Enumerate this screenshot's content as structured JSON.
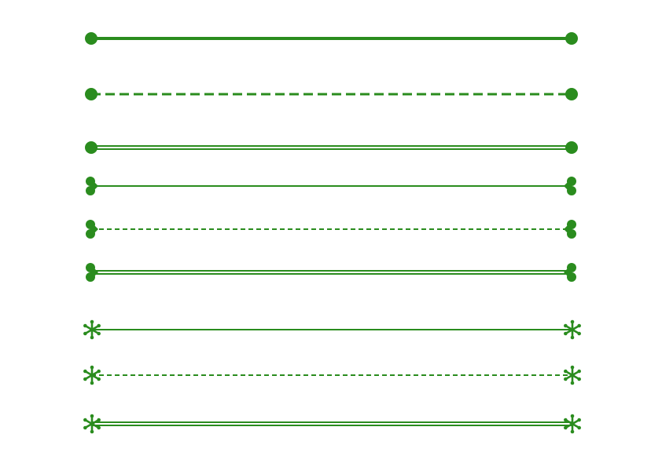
{
  "colors": {
    "line": "#2a8c1e",
    "background": "#ffffff"
  },
  "dividers": [
    {
      "line_style": "solid-thick",
      "end_cap": "dot-icon"
    },
    {
      "line_style": "dashed-thick",
      "end_cap": "dot-icon"
    },
    {
      "line_style": "double",
      "end_cap": "dot-icon"
    },
    {
      "line_style": "solid-thin",
      "end_cap": "leaf-pair-icon"
    },
    {
      "line_style": "dashed-thin",
      "end_cap": "leaf-pair-icon"
    },
    {
      "line_style": "double",
      "end_cap": "leaf-pair-icon"
    },
    {
      "line_style": "solid-thin",
      "end_cap": "asterisk-flower-icon"
    },
    {
      "line_style": "dashed-thin",
      "end_cap": "asterisk-flower-icon"
    },
    {
      "line_style": "double",
      "end_cap": "asterisk-flower-icon"
    }
  ]
}
